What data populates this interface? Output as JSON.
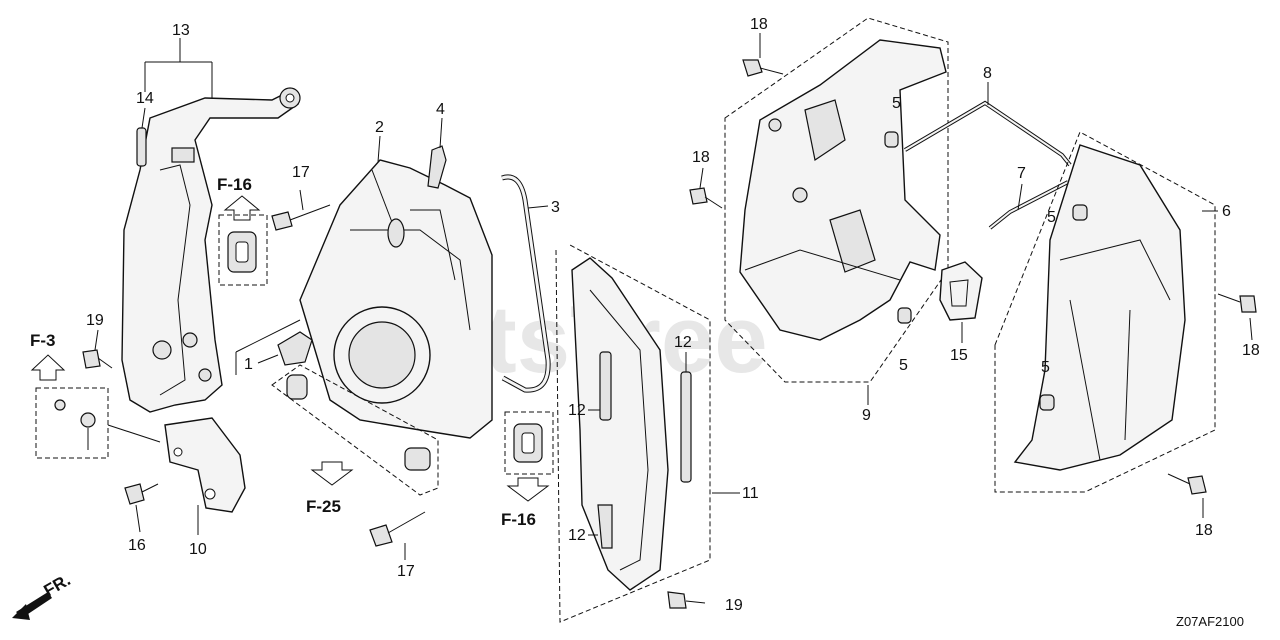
{
  "callouts": {
    "c1": "1",
    "c2": "2",
    "c3": "3",
    "c4": "4",
    "c5a": "5",
    "c5b": "5",
    "c5c": "5",
    "c5d": "5",
    "c6": "6",
    "c7": "7",
    "c8": "8",
    "c9": "9",
    "c10": "10",
    "c11": "11",
    "c12a": "12",
    "c12b": "12",
    "c12c": "12",
    "c13": "13",
    "c14": "14",
    "c15": "15",
    "c16": "16",
    "c17a": "17",
    "c17b": "17",
    "c18a": "18",
    "c18b": "18",
    "c18c": "18",
    "c18d": "18",
    "c19a": "19",
    "c19b": "19"
  },
  "refs": {
    "f16a": "F-16",
    "f16b": "F-16",
    "f3": "F-3",
    "f25": "F-25"
  },
  "front_marker": "FR.",
  "diagram_code": "Z07AF2100",
  "watermark": "PartsTree",
  "colors": {
    "line": "#111111",
    "part_fill": "#f4f4f4",
    "watermark": "#c9c9c9"
  }
}
